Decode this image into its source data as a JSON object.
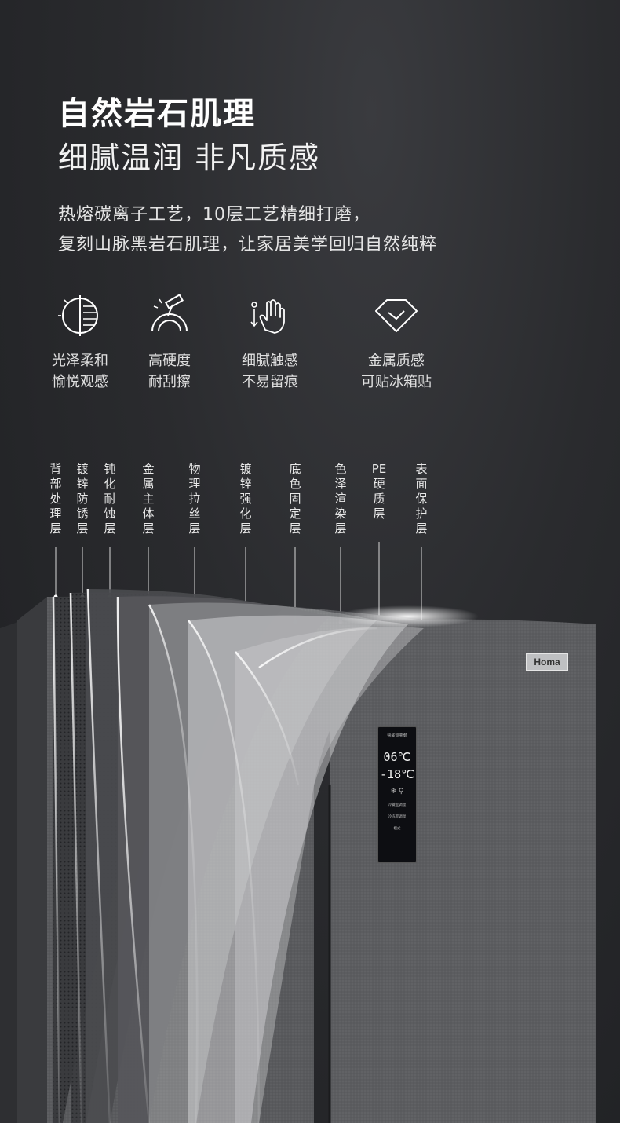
{
  "headline": {
    "title": "自然岩石肌理",
    "subtitle": "细腻温润 非凡质感"
  },
  "description": {
    "line1": "热熔碳离子工艺，10层工艺精细打磨，",
    "line2": "复刻山脉黑岩石肌理，让家居美学回归自然纯粹"
  },
  "features": [
    {
      "icon": "half-circle-gloss-icon",
      "line1": "光泽柔和",
      "line2": "愉悦观感"
    },
    {
      "icon": "hammer-arc-icon",
      "line1": "高硬度",
      "line2": "耐刮擦"
    },
    {
      "icon": "hand-touch-icon",
      "line1": "细腻触感",
      "line2": "不易留痕"
    },
    {
      "icon": "diamond-icon",
      "line1": "金属质感",
      "line2": "可贴冰箱贴"
    }
  ],
  "layers": [
    "背部处理层",
    "镀锌防锈层",
    "钝化耐蚀层",
    "金属主体层",
    "物理拉丝层",
    "镀锌强化层",
    "底色固定层",
    "色泽渲染层",
    "PE硬质层",
    "表面保护层"
  ],
  "product": {
    "brand": "Homa",
    "panel_header": "智能双变频",
    "temp_fridge": "06℃",
    "temp_freezer": "-18℃",
    "panel_line1": "冷藏室调温",
    "panel_line2": "冷冻室调温",
    "panel_mode": "模式"
  },
  "colors": {
    "background": "#2a2b2e",
    "text": "#ffffff",
    "fridge": "#5a5b5e"
  }
}
